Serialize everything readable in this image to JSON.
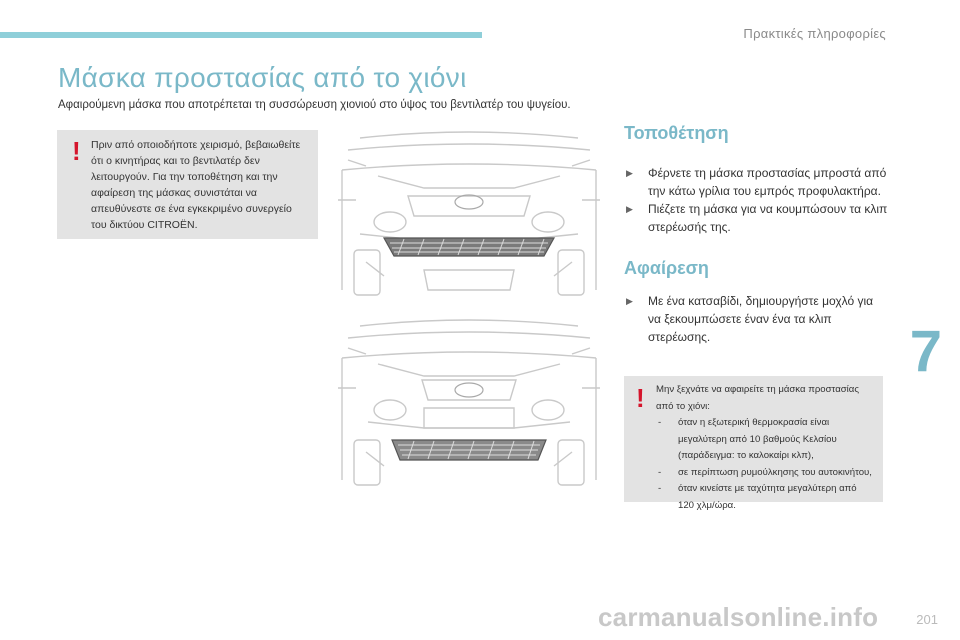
{
  "header": {
    "chapter_title": "Πρακτικές πληροφορίες",
    "accent_color": "#8fcfd9"
  },
  "page": {
    "title": "Μάσκα προστασίας από το χιόνι",
    "subtitle": "Αφαιρούμενη μάσκα που αποτρέπεται τη συσσώρευση χιονιού στο ύψος του βεντιλατέρ του ψυγείου.",
    "chapter_number": "7",
    "page_number": "201",
    "watermark": "carmanualsonline.info"
  },
  "warning_1": {
    "icon": "exclamation-icon",
    "text": "Πριν από οποιοδήποτε χειρισμό, βεβαιωθείτε ότι ο κινητήρας και το βεντιλατέρ δεν λειτουργούν. Για την τοποθέτηση και την αφαίρεση της μάσκας συνιστάται να απευθύνεστε σε ένα εγκεκριμένο συνεργείο του δικτύου CITROËN."
  },
  "installation": {
    "heading": "Τοποθέτηση",
    "steps": [
      "Φέρνετε τη μάσκα προστασίας μπροστά από την κάτω γρίλια του εμπρός προφυλακτήρα.",
      "Πιέζετε τη μάσκα για να κουμπώσουν τα κλιπ στερέωσής της."
    ]
  },
  "removal": {
    "heading": "Αφαίρεση",
    "steps": [
      "Με ένα κατσαβίδι, δημιουργήστε μοχλό για να ξεκουμπώσετε έναν ένα τα κλιπ στερέωσης."
    ]
  },
  "warning_2": {
    "icon": "exclamation-icon",
    "intro": "Μην ξεχνάτε να αφαιρείτε τη μάσκα προστασίας από το χιόνι:",
    "items": [
      "όταν η εξωτερική θερμοκρασία είναι μεγαλύτερη από 10 βαθμούς Κελσίου (παράδειγμα: το καλοκαίρι κλπ),",
      "σε περίπτωση ρυμούλκησης του αυτοκινήτου,",
      "όταν κινείστε με ταχύτητα μεγαλύτερη από 120 χλμ/ώρα."
    ]
  },
  "colors": {
    "title": "#7ab8c8",
    "warning_bg": "#e3e3e3",
    "warning_icon": "#d5152c"
  }
}
